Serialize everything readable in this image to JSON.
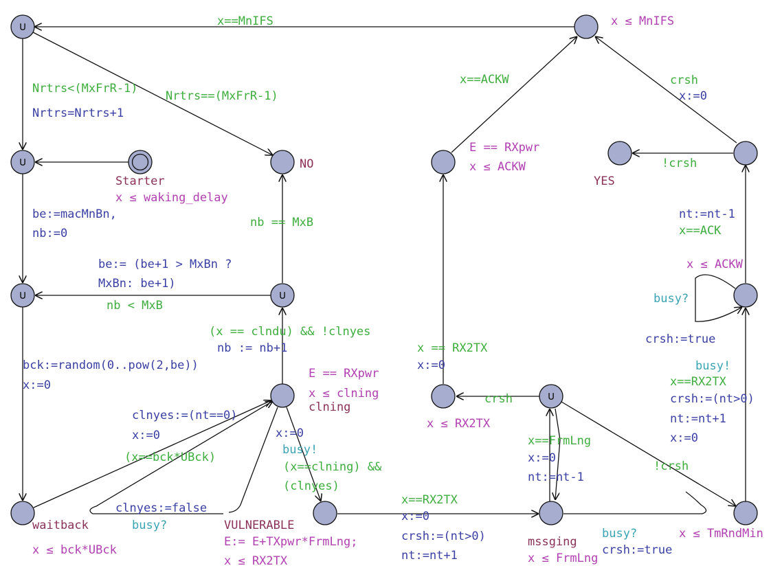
{
  "colors": {
    "state_fill": "#a6adcf",
    "stroke": "#111111",
    "guard": "#3dae3d",
    "update": "#3a3fa4",
    "sync": "#3aa4b4",
    "invariant": "#b23fb2",
    "name": "#8b3158"
  },
  "states": {
    "s_top_left": {
      "committed_mark": "∪"
    },
    "s_left2": {
      "committed_mark": "∪"
    },
    "s_left3": {
      "committed_mark": "∪"
    },
    "s_mid_c": {
      "committed_mark": "∪"
    },
    "s_mssging_c": {
      "committed_mark": "∪"
    },
    "s_no": {
      "name": "NO"
    },
    "s_starter": {
      "name": "Starter",
      "invariant": "x ≤ waking_delay"
    },
    "s_waitback": {
      "name": "waitback",
      "invariant": "x ≤ bck*UBck"
    },
    "s_vulnerable": {
      "name": "VULNERABLE",
      "update": "E:= E+TXpwr*FrmLng;",
      "invariant": "x ≤ RX2TX"
    },
    "s_clning": {
      "invariant1": "E == RXpwr",
      "invariant2": "x ≤ clning",
      "name": "clning"
    },
    "s_rx2tx": {
      "invariant": "x ≤ RX2TX"
    },
    "s_ackw": {
      "invariant1": "E == RXpwr",
      "invariant2": "x ≤ ACKW"
    },
    "s_mnifs": {
      "invariant": "x ≤ MnIFS"
    },
    "s_yes": {
      "name": "YES"
    },
    "s_ackw_loop": {
      "invariant": "x ≤ ACKW"
    },
    "s_mssging": {
      "name": "mssging",
      "invariant": "x ≤ FrmLng"
    },
    "s_tmrnd": {
      "invariant": "x ≤ TmRndMin"
    }
  },
  "edges": {
    "e1": {
      "guard": "x==MnIFS"
    },
    "e2": {
      "guard": "Nrtrs<(MxFrR-1)",
      "update": "Nrtrs=Nrtrs+1"
    },
    "e3": {
      "guard": "Nrtrs==(MxFrR-1)"
    },
    "e4": {
      "update1": "be:=macMnBn,",
      "update2": "nb:=0"
    },
    "e5": {
      "update1": "be:= (be+1 > MxBn ?",
      "update2": "MxBn: be+1)",
      "guard": "nb < MxB"
    },
    "e6": {
      "guard": "nb == MxB"
    },
    "e7": {
      "update1": "bck:=random(0..pow(2,be))",
      "update2": "x:=0"
    },
    "e8": {
      "guard": "(x == clndu) && !clnyes",
      "update": "nb := nb+1"
    },
    "e9": {
      "update1": "clnyes:=(nt==0)",
      "update2": "x:=0",
      "guard": "(x==bck*UBck)"
    },
    "e10": {
      "update": "clnyes:=false",
      "sync": "busy?"
    },
    "e11": {
      "update": "x:=0",
      "sync": "busy!",
      "guard1": "(x==clning) &&",
      "guard2": "(clnyes)"
    },
    "e12": {
      "guard": "x==RX2TX",
      "update1": "x:=0",
      "update2": "crsh:=(nt>0)",
      "update3": "nt:=nt+1"
    },
    "e13": {
      "guard": "x == RX2TX",
      "update": "x:=0"
    },
    "e14": {
      "guard": "crsh"
    },
    "e15": {
      "guard": "x==ACKW"
    },
    "e16": {
      "guard": "crsh",
      "update": "x:=0"
    },
    "e17": {
      "guard": "!crsh"
    },
    "e18": {
      "update": "nt:=nt-1",
      "guard": "x==ACK"
    },
    "e19": {
      "sync": "busy?",
      "update": "crsh:=true"
    },
    "e20": {
      "sync": "busy!",
      "guard": "x==RX2TX",
      "update1": "crsh:=(nt>0)",
      "update2": "nt:=nt+1",
      "update3": "x:=0"
    },
    "e21": {
      "guard": "x==FrmLng",
      "update1": "x:=0",
      "update2": "nt:=nt-1"
    },
    "e22": {
      "guard": "!crsh"
    },
    "e23": {
      "sync": "busy?",
      "update": "crsh:=true"
    }
  }
}
